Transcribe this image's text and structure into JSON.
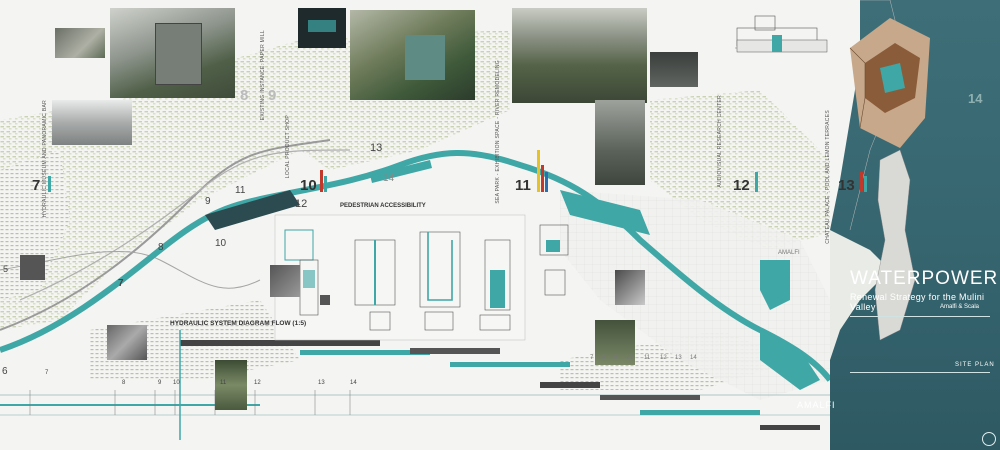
{
  "poster": {
    "title": "WATERPOWER",
    "subtitle": "Renewal Strategy for the Mulini Valley",
    "location": "Amalfi & Scala",
    "site_plan_label": "SITE PLAN",
    "town_label": "AMALFI",
    "right_number": "14"
  },
  "map_labels": {
    "pedestrian": "PEDESTRIAN ACCESSIBILITY",
    "hydraulic": "HYDRAULIC SYSTEM DIAGRAM FLOW (1:5)",
    "amalfi_small": "AMALFI"
  },
  "map_numbers": {
    "n5": "5",
    "n6": "6",
    "n7": "7",
    "n8": "8",
    "n9": "9",
    "n10": "10",
    "n11": "11",
    "n12": "12",
    "n13": "13",
    "n14": "14"
  },
  "project_markers": [
    {
      "num": "7",
      "label": "HYDRAULIC MUSEUM AND PANORAMIC BAR"
    },
    {
      "num": "8",
      "label": ""
    },
    {
      "num": "9",
      "label": "EXISTING INSTANCE: PAPER MILL"
    },
    {
      "num": "10",
      "label": "LOCAL PRODUCT SHOP"
    },
    {
      "num": "11",
      "label": "SEA PARK - EXHIBITION SPACE - RIVER REMODELING"
    },
    {
      "num": "12",
      "label": "AUDIOVISUAL RESEARCH CENTER"
    },
    {
      "num": "13",
      "label": "CHATEAU PALACE - POOL AND LEMON TERRACES"
    }
  ],
  "section_numbers": [
    "7",
    "8",
    "9",
    "10",
    "11",
    "12",
    "13",
    "14"
  ],
  "section_numbers_right": [
    "7",
    "8",
    "9",
    "10",
    "11",
    "12",
    "13",
    "14"
  ],
  "colors": {
    "teal": "#3fa7a6",
    "sea": "#3a6a73",
    "red": "#c0392b",
    "blue": "#2b6fb0",
    "yellow": "#e6c229"
  }
}
